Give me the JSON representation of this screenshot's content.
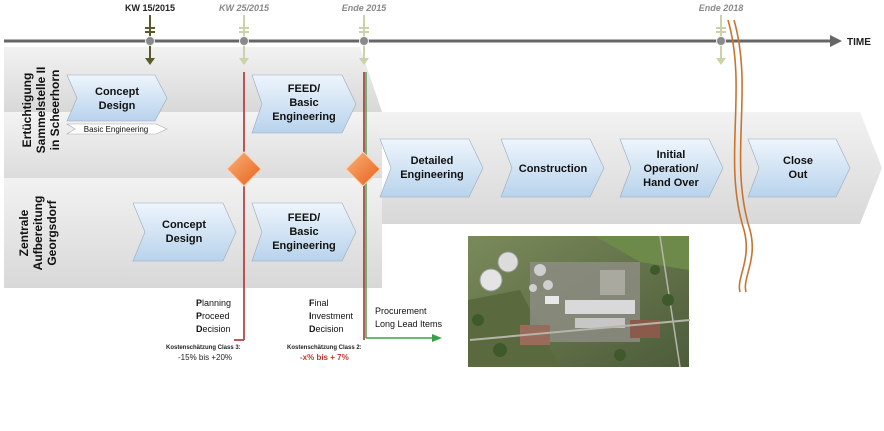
{
  "milestones": [
    {
      "label": "KW 15/2015"
    },
    {
      "label": "KW 25/2015"
    },
    {
      "label": "Ende 2015"
    },
    {
      "label": "Ende 2018"
    }
  ],
  "time_label": "TIME",
  "lanes": {
    "top": {
      "line1": "Ertüchtigung",
      "line2": "Sammelstelle II",
      "line3": "in Scheerhorn"
    },
    "bottom": {
      "line1": "Zentrale",
      "line2": "Aufbereitung",
      "line3": "Georgsdorf"
    }
  },
  "phases": {
    "top_concept": [
      "Concept",
      "Design"
    ],
    "top_basic": "Basic Engineering",
    "top_feed": [
      "FEED/",
      "Basic",
      "Engineering"
    ],
    "bottom_concept": [
      "Concept",
      "Design"
    ],
    "bottom_feed": [
      "FEED/",
      "Basic",
      "Engineering"
    ],
    "detailed": [
      "Detailed",
      "Engineering"
    ],
    "construction": [
      "Construction"
    ],
    "initial": [
      "Initial",
      "Operation/",
      "Hand Over"
    ],
    "close": [
      "Close",
      "Out"
    ]
  },
  "decisions": {
    "ppd": {
      "initials": [
        "P",
        "P",
        "D"
      ],
      "rests": [
        "lanning",
        "roceed",
        "ecision"
      ]
    },
    "fid": {
      "initials": [
        "F",
        "I",
        "D"
      ],
      "rests": [
        "inal",
        "nvestment",
        "ecision"
      ]
    }
  },
  "procurement": [
    "Procurement",
    "Long Lead Items"
  ],
  "estimates": {
    "class3": {
      "label": "Kostenschätzung Class 3:",
      "value": "-15% bis +20%"
    },
    "class2": {
      "label": "Kostenschätzung Class 2:",
      "value": "-x% bis + 7%"
    }
  },
  "colors": {
    "accent_red": "#b03030",
    "accent_green": "#3aa04a",
    "diamond": "#f07a2e",
    "box_blue": "#c9dff2",
    "band_gray": "#e3e3e3"
  }
}
